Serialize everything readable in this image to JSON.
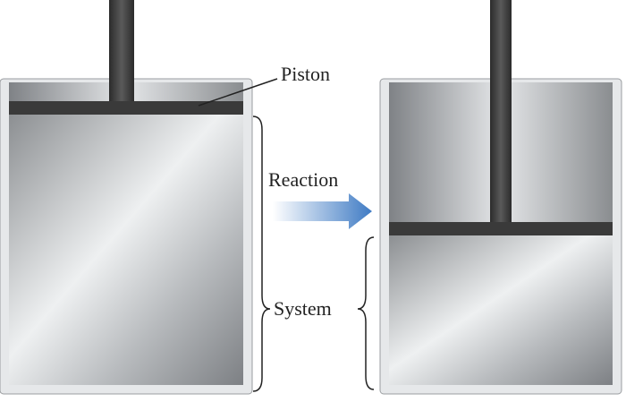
{
  "labels": {
    "piston": "Piston",
    "reaction": "Reaction",
    "system": "System"
  },
  "colors": {
    "arrow": "#3f7bc4",
    "piston": "#3a3a3a",
    "cylinder_wall": "#e6e8ea"
  }
}
